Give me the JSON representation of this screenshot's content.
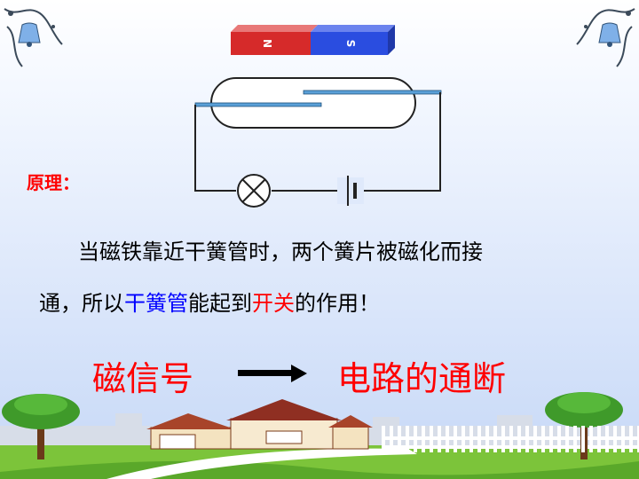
{
  "magnet": {
    "north_label": "N",
    "south_label": "S",
    "north_color": "#d62a2a",
    "south_color": "#2a4de0"
  },
  "principle": {
    "label": "原理：",
    "sentence1": "当磁铁靠近干簧管时，两个簧片被磁化而接",
    "sentence2_a": "通，所以",
    "highlight_blue": "干簧管",
    "sentence2_b": "能起到",
    "highlight_red": "开关",
    "sentence2_c": "的作用！"
  },
  "signal": {
    "left": "磁信号",
    "right": "电路的通断"
  },
  "colors": {
    "accent_red": "#ff0000",
    "accent_blue": "#0000ff"
  },
  "icons": [
    "bell-icon",
    "lamp-icon",
    "battery-icon",
    "arrow-right-icon",
    "house-icon",
    "tree-icon",
    "fence-icon"
  ]
}
